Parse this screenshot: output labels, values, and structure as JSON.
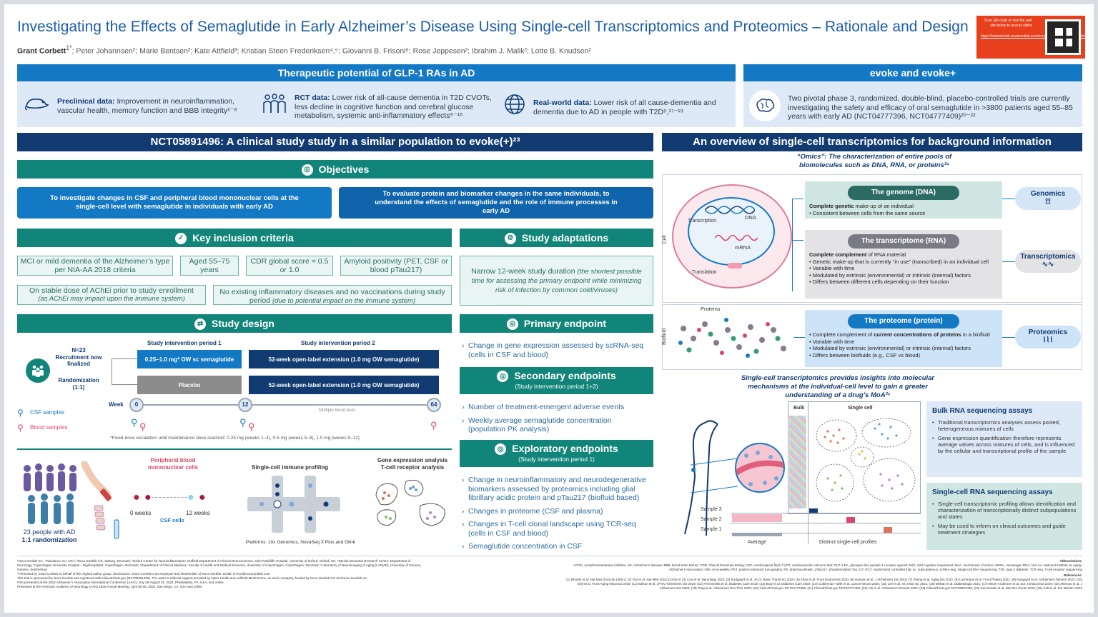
{
  "header": {
    "title": "Investigating the Effects of Semaglutide in Early Alzheimer’s Disease Using Single-cell Transcriptomics and Proteomics – Rationale and Design",
    "first_author": "Grant Corbett",
    "first_author_sup": "1*",
    "authors_rest": "; Peter Johannsen²; Marie Bentsen²; Kate Attfield³; Kristian Steen Frederiksen⁴,⁵; Giovanni B. Frisoni⁶; Rose Jeppesen²; Ibrahim J. Malik²; Lotte B. Knudsen²",
    "qr_text": "Scan QR code or visit the web site below to access slides",
    "qr_url": "https://sciencehub.novonordisk.com/congresses/aan2025/Corbett.html"
  },
  "glp1": {
    "title": "Therapeutic potential of GLP-1 RAs in AD",
    "preclinical_label": "Preclinical data:",
    "preclinical_text": " Improvement in neuroinflammation, vascular health, memory function and BBB integrity¹⁻⁸",
    "rct_label": "RCT data:",
    "rct_text": " Lower risk of all-cause dementia in T2D CVOTs, less decline in cognitive function and cerebral glucose metabolism, systemic anti-inflammatory effects⁹⁻¹⁶",
    "rw_label": "Real-world data:",
    "rw_text": " Lower risk of all cause-dementia and dementia due to AD in people with T2D⁹,¹⁷⁻¹⁹"
  },
  "evoke": {
    "title": "evoke and evoke+",
    "text": "Two pivotal phase 3, randomized, double-blind, placebo-controlled trials are currently investigating the safety and efficacy of oral semaglutide in >3800 patients aged 55–85 years with early AD (NCT04777396, NCT04777409)²⁰⁻²²"
  },
  "nct": {
    "title": "NCT05891496: A clinical study study in a similar population to evoke(+)²³"
  },
  "objectives": {
    "title": "Objectives",
    "obj1": "To investigate changes in CSF and peripheral blood mononuclear cells at the single-cell level with semaglutide in individuals with early AD",
    "obj2": "To evaluate protein and biomarker changes in the same individuals, to understand the effects of semaglutide and the role of immune processes in early AD"
  },
  "inclusion": {
    "title": "Key inclusion criteria",
    "c1": "MCI or mild dementia of the Alzheimer’s type per NIA-AA 2018 criteria",
    "c2": "Aged 55–75 years",
    "c3": "CDR global score = 0.5 or 1.0",
    "c4": "Amyloid  positivity (PET, CSF or blood pTau217)",
    "c5": "On stable dose of AChEi prior  to study enrollment",
    "c5i": "(as AChEi may impact upon the immune system)",
    "c6": "No existing inflammatory diseases and no vaccinations during study period",
    "c6i": "(due to potential impact on the immune system)"
  },
  "adaptations": {
    "title": "Study adaptations",
    "text": "Narrow 12-week study duration",
    "italic": "(the shortest possible time for assessing the primary endpoint while minimizing risk of infection by common cold/viruses)"
  },
  "design": {
    "title": "Study design",
    "period1": "Study intervention period 1",
    "period2": "Study intervention period 2",
    "n": "N=23",
    "recruit": "Recruitment now finalized",
    "random": "Randomization (1:1)",
    "arm1": "0.25–1.0 mg* OW sc semaglutide",
    "arm2": "Placebo",
    "ext1": "52-week open-label extension (1.0 mg OW semaglutide)",
    "ext2": "52-week open-label extension (1.0 mg OW semaglutide)",
    "week": "Week",
    "w0": "0",
    "w12": "12",
    "w64": "64",
    "multi": "Multiple blood tests",
    "csf": "CSF samples",
    "blood": "Blood samples",
    "footnote": "*Fixed-dose escalation until maintenance dose reached: 0.25 mg (weeks 1–4), 0.5 mg (weeks 5–8), 1.0 mg (weeks 9–12)"
  },
  "workflow": {
    "people": "23 people with AD",
    "rand": "1:1 randomization",
    "pbmc": "Peripheral blood mononuclear cells",
    "w0": "0 weeks",
    "w12": "12 weeks",
    "csfcells": "CSF cells",
    "profiling": "Single-cell immune profiling",
    "gene": "Gene expression analysis T-cell receptor analysis",
    "platforms": "Platforms: 10x Genomics, NovaSeq X Plus and Olink"
  },
  "primary": {
    "title": "Primary endpoint",
    "items": [
      "Change in gene expression assessed by scRNA-seq (cells in CSF and blood)"
    ]
  },
  "secondary": {
    "title": "Secondary endpoints",
    "sub": "(Study intervention period 1+2)",
    "items": [
      "Number of treatment-emergent adverse events",
      "Weekly average semaglutide concentration (population PK analysis)"
    ]
  },
  "exploratory": {
    "title": "Exploratory endpoints",
    "sub": "(Study intervention period 1)",
    "items": [
      "Change in neuroinflammatory and neurodegenerative biomarkers assessed by proteomics including glial fibrillary acidic protein and pTau217 (biofluid based)",
      "Changes in proteome (CSF and plasma)",
      "Changes in T-cell clonal landscape using TCR-seq (cells in CSF and blood)",
      "Semaglutide concentration in CSF"
    ]
  },
  "overview": {
    "title": "An overview of single-cell transcriptomics for background information",
    "omics": "“Omics”: The characterization of entire pools of biomolecules such as DNA, RNA, or proteins²⁴",
    "cell": "Cell",
    "biofluid": "Biofluid",
    "dna": "DNA",
    "transcription": "Transcription",
    "mrna": "mRNA",
    "translation": "Translation",
    "proteins": "Proteins",
    "genome_title": "The genome (DNA)",
    "genome_b1": "Complete genetic",
    "genome_b1r": " make-up of an individual",
    "genome_b2": "Consistent between cells from the same source",
    "tx_title": "The transcriptome (RNA)",
    "tx_b1": "Complete complement",
    "tx_b1r": " of RNA material",
    "tx_b2": "Genetic make-up that is currently “in use” (transcribed) in an individual cell",
    "tx_b3": "Variable with time",
    "tx_b4": "Modulated by extrinsic (environmental) or intrinsic (internal) factors",
    "tx_b5": "Differs between different cells depending on their function",
    "pr_title": "The proteome (protein)",
    "pr_b1": "Complete complement of ",
    "pr_b1b": "current concentrations of proteins",
    "pr_b1r": " in a biofluid",
    "pr_b2": "Variable with time",
    "pr_b3": "Modulated by extrinsic (environmental) or intrinsic (internal) factors",
    "pr_b4": "Differs between biofluids (e.g., CSF vs blood)",
    "genomics": "Genomics",
    "transcriptomics": "Transcriptomics",
    "proteomics": "Proteomics",
    "sc_heading": "Single-cell transcriptomics provides insights into molecular mechanisms at the individual-cell level to gain a greater understanding of a drug’s MoA²⁵",
    "bulk": "Bulk",
    "single": "Single cell",
    "s3": "Sample 3",
    "s2": "Sample 2",
    "s1": "Sample 1",
    "average": "Average",
    "distinct": "Distinct single-cell profiles"
  },
  "bulk_assay": {
    "title": "Bulk RNA sequencing assays",
    "items": [
      "Traditional transcriptomics analyses assess pooled, heterogeneous mixtures of cells",
      "Gene expression quantification therefore represents average values across mixtures of cells, and is influenced by the cellular and transcriptional profile of the sample"
    ]
  },
  "sc_assay": {
    "title": "Single-cell RNA sequencing assays",
    "items": [
      "Single-cell transcriptomic profiling allows identification and characterization of transcriptionally distinct subpopulations and states",
      "May be used to inform on clinical outcomes and guide treatment strategies"
    ]
  },
  "footer": {
    "affil": "¹Novo Nordisk Inc., Plainsboro, NJ, USA; ²Novo Nordisk A/S, Søborg, Denmark; ³Oxford Centre for Neuroinflammation, Nuffield Department of Clinical Neurosciences, John Radcliffe Hospital, University of Oxford, Oxford, UK; ⁴Danish Dementia Research Centre, Department of Neurology, Copenhagen University Hospital – Rigshospitalet, Copenhagen, Denmark; ⁵Department of Clinical Medicine, Faculty of Health and Medical Sciences, University of Copenhagen, Copenhagen, Denmark; ⁶Laboratory of Neuroimaging of Aging (LANVIE), University of Geneva, Geneva, Switzerland",
    "presented": "*Presented by Grant Corbett on behalf of the original author group. Disclosures: Grant Corbett is an employee and shareholder of Novo Nordisk. Email: GTCO@novonordisk.com",
    "funding": "This trial is sponsored by Novo Nordisk and registered with ClinicalTrials.gov (NCT05891496). The authors editorial support provided by Open Health and Ashfield MedComms, an Inizio company, funded by Novo Nordisk A/S and Novo Nordisk Inc.",
    "first": "First presented at the 2024 Alzheimer’s Association International Conference (AAIC), July 28-August 01, 2024, Philadelphia, PA, USA, and online",
    "presented_at": "Presented at the American Academy of Neurology (AAN) 2025 Annual Meeting, April 05-09, 2025, San Diego, CA, USA and online",
    "abbr_title": "Abbreviations:",
    "abbr": "AChEi, acetylcholinesterase inhibitor; AD, Alzheimer’s disease; BBB, blood-brain barrier; CDR, Clinical Dementia Rating; CSF, cerebrospinal fluid; CVOT, cardiovascular outcome trial; GLP-1 RA, glucagon-like peptide-1 receptor agonist; MCI, mild cognitive impairment; MoA, mechanism of action; mRNA, messenger RNA; NIA-AA, National Institute on Aging-Alzheimer’s Association; OW, once-weekly; PET, positron emission tomography; PK, pharmacokinetic; pTau217, phosphorylated Tau 217; RCT, randomized controlled trial; sc, subcutaneous; scRNA-seq, single-cell RNA sequencing; T2D, type 2 diabetes; TCR-seq, T-cell receptor sequencing",
    "ref_title": "References:",
    "refs": "(1) Bhurtel et al. Nat Med 2019;26:1050-2; (2) Yun et al. Nat Med 2018;24:931-8; (3) Cao et al. Neurology 2023; (4) Rodgaard et al. JACC Basic Transl Sci 2019; (5) Zhao et al. Front Endocrinol 2020; (6) Hansen et al. J Alzheimers Dis 2016; (7) Zheng et al. Aging Dis 2022; (8) Lachmann et al. Front Physiol 2021; (9) Norgaard et al. Alzheimers Dement 2022; (10) Gejl et al. Front Aging Neurosci 2016; (11) Edison et al. JPrev Alzheimers Dis 2019; (12) Femminella et al. Diabetes Care 2018; (13) Bray et al. Diabetes Care 2020; (14) Cukierman-Yaffe et al. Lancet Neurol 2020; (15) Lee et al. Int J Mol Sci 2021; (16) Mehan et al. Diabetologia 2021; (17) Wium-Andersen et al. Eur J Endocrinol 2019; (18) Akimoto et al. J Alzheimers Dis 2020; (19) Tang et al. Alzheimers Res Ther 2025; (20) ClinicalTrials.gov NCT04777396; (21) ClinicalTrials.gov NCT04777409; (22) Atri et al. Alzheimers Dement 2022; (23) ClinicalTrials.gov NCT05891496; (24) Karczewski et al. Nat Rev Genet 2018; (25) Kalt et al. Eur Mol Bio 2023"
  },
  "colors": {
    "navy": "#123b72",
    "blue": "#1479c4",
    "teal": "#12857a",
    "light": "#dde9f7"
  }
}
